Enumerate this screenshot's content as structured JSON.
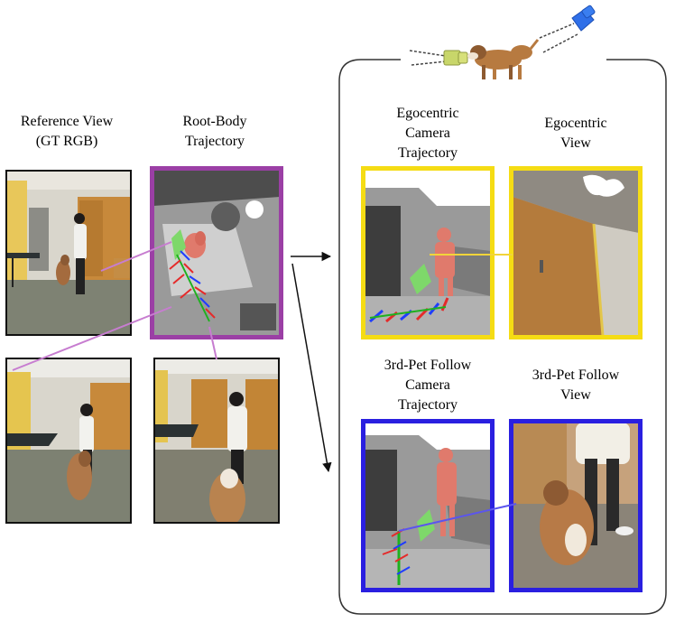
{
  "labels": {
    "reference_view": "Reference View",
    "reference_view_sub": "(GT RGB)",
    "root_body": "Root-Body",
    "root_body_sub": "Trajectory",
    "ego_cam_1": "Egocentric",
    "ego_cam_2": "Camera",
    "ego_cam_3": "Trajectory",
    "ego_view_1": "Egocentric",
    "ego_view_2": "View",
    "pet_cam_1": "3rd-Pet Follow",
    "pet_cam_2": "Camera",
    "pet_cam_3": "Trajectory",
    "pet_view_1": "3rd-Pet Follow",
    "pet_view_2": "View"
  },
  "colors": {
    "root_body_frame": "#9b3fa5",
    "root_body_link": "#c77dd0",
    "egocentric_frame": "#f5dc14",
    "egocentric_link": "#f2d43a",
    "pet_follow_frame": "#2a1fe0",
    "pet_follow_link": "#5b55ee",
    "camera_egocentric_icon": "#c8d66a",
    "camera_pet_icon": "#2f6fe8",
    "human_mesh": "#e07a6c",
    "dog_mesh": "#7ed86a"
  },
  "icons": {
    "ego_camera": "camera-icon",
    "pet_camera": "camera-icon",
    "dog": "dog-icon"
  }
}
